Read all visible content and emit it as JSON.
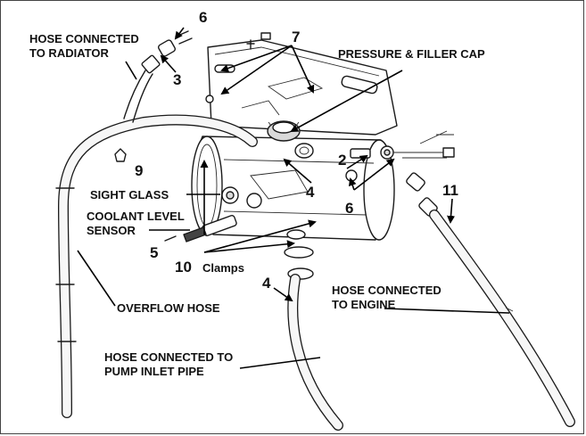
{
  "labels": {
    "hose_radiator_line1": "HOSE CONNECTED",
    "hose_radiator_line2": "TO RADIATOR",
    "pressure_filler_cap": "PRESSURE & FILLER CAP",
    "sight_glass": "SIGHT GLASS",
    "coolant_level_line1": "COOLANT LEVEL",
    "coolant_level_line2": "SENSOR",
    "clamps": "Clamps",
    "overflow_hose": "OVERFLOW HOSE",
    "hose_engine_line1": "HOSE CONNECTED",
    "hose_engine_line2": "TO ENGINE",
    "hose_pump_line1": "HOSE CONNECTED TO",
    "hose_pump_line2": "PUMP INLET PIPE"
  },
  "callouts": {
    "n6_top": "6",
    "n7": "7",
    "n3": "3",
    "n2": "2",
    "n9": "9",
    "n4_mid": "4",
    "n6_right": "6",
    "n11": "11",
    "n5": "5",
    "n10": "10",
    "n4_low": "4"
  }
}
